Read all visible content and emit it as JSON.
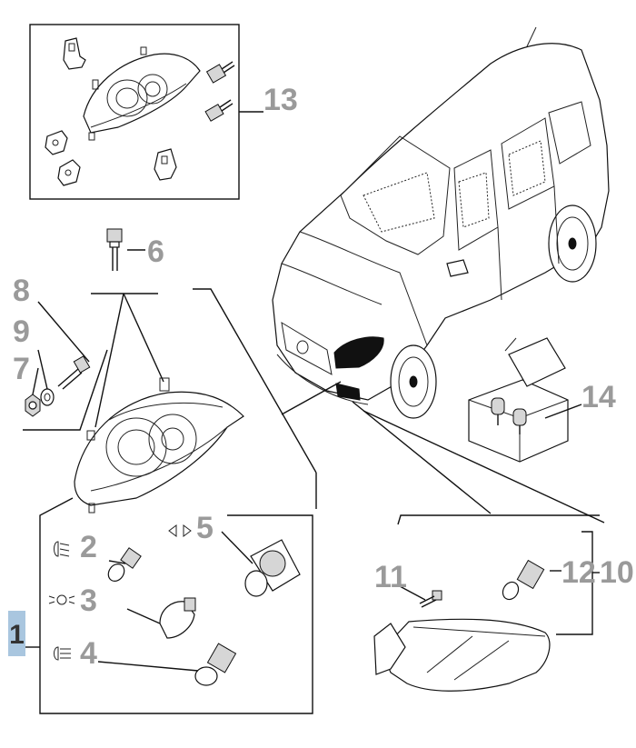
{
  "diagram": {
    "callouts": {
      "c1": "1",
      "c2": "2",
      "c3": "3",
      "c4": "4",
      "c5": "5",
      "c6": "6",
      "c7": "7",
      "c8": "8",
      "c9": "9",
      "c10": "10",
      "c11": "11",
      "c12": "12",
      "c13": "13",
      "c14": "14"
    },
    "colors": {
      "callout_gray": "#9a9a9a",
      "selected_highlight": "#a9c6df",
      "line": "#111111"
    },
    "icons": [
      "dipped-beam-icon",
      "side-light-icon",
      "main-beam-icon",
      "direction-arrows-icon"
    ]
  }
}
